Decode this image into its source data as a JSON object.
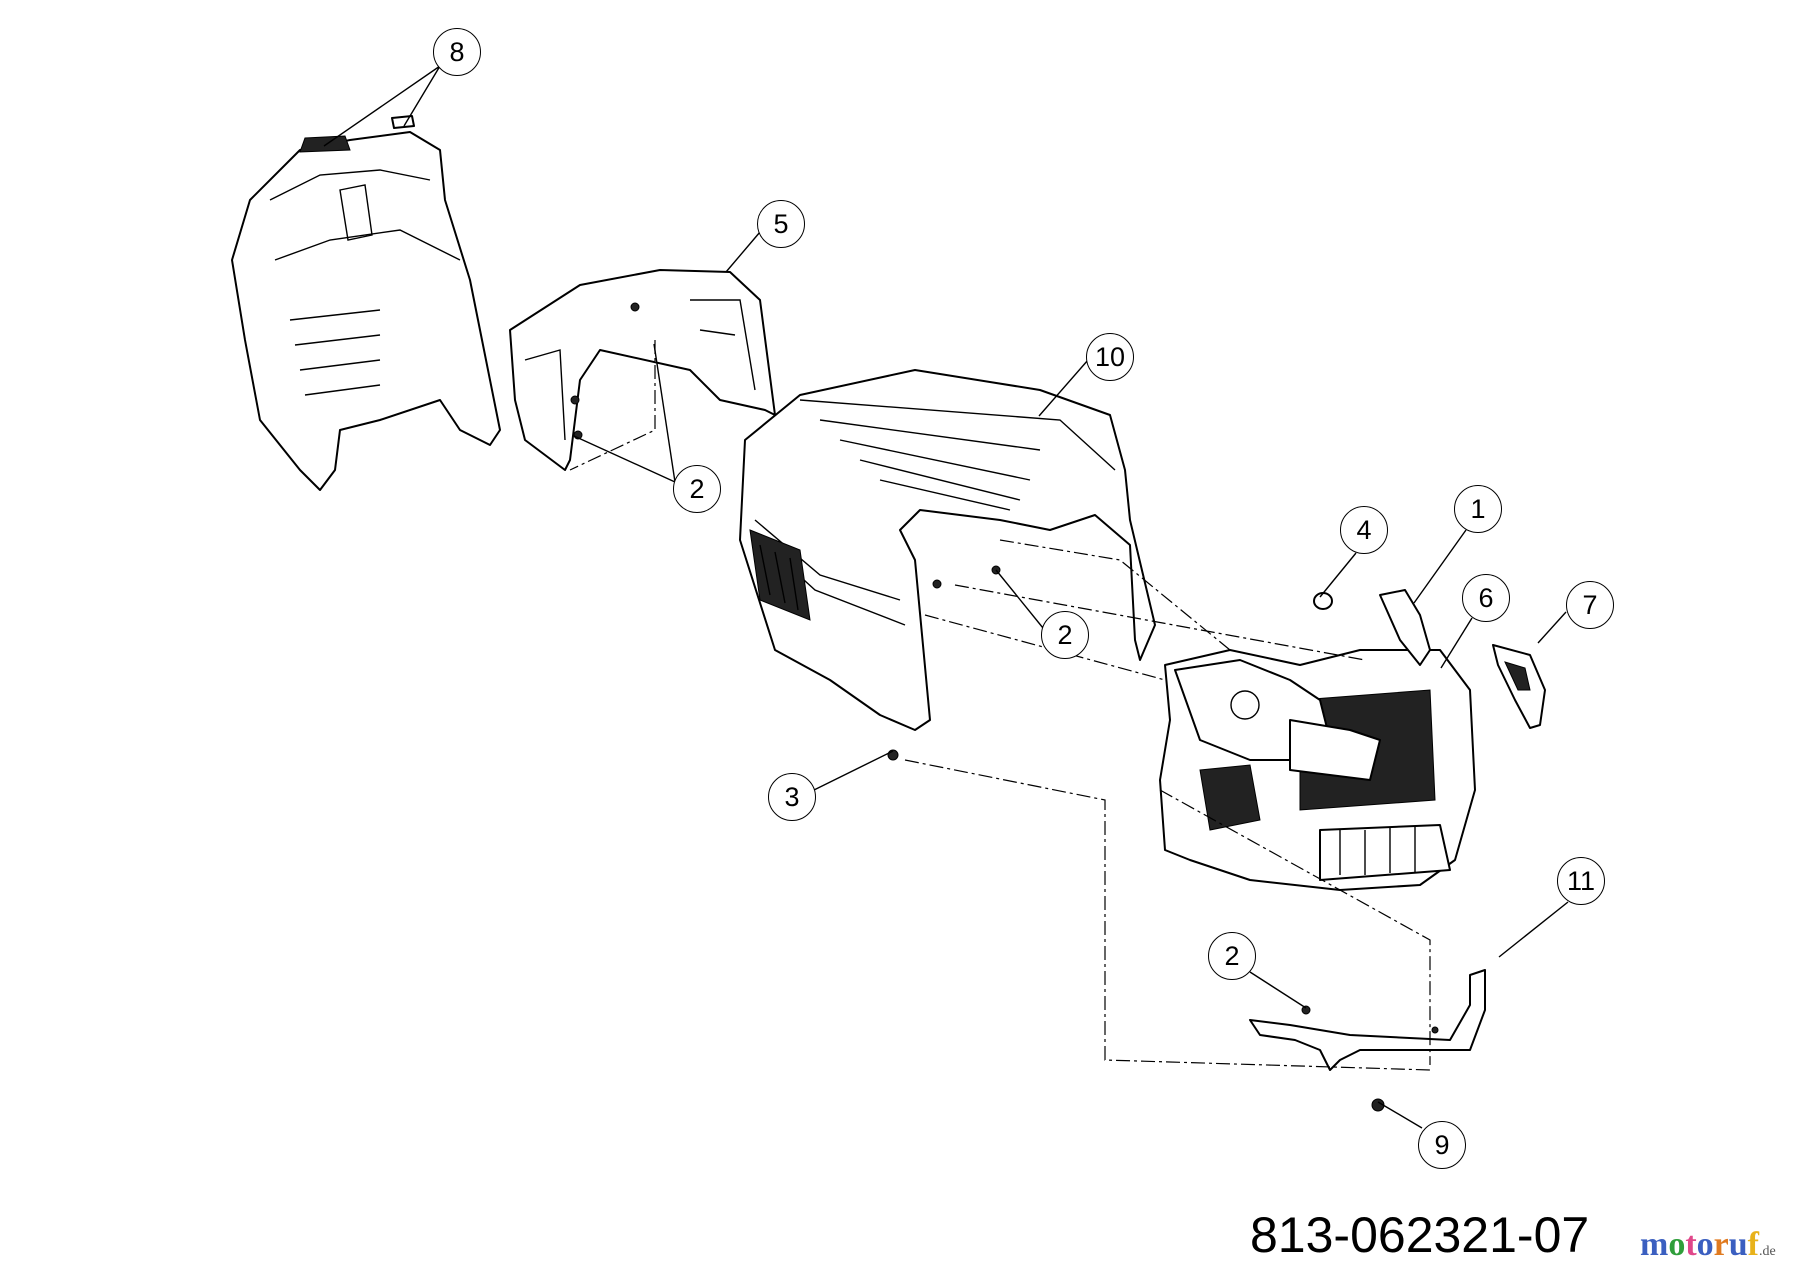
{
  "diagram": {
    "document_number": "813-062321-07",
    "watermark": {
      "text": "motoruf",
      "suffix": ".de",
      "colors": [
        "#3b5fc0",
        "#2f9e3a",
        "#e0478a",
        "#3b5fc0",
        "#e07a1f",
        "#3b5fc0",
        "#e8b21a"
      ]
    },
    "callouts": [
      {
        "label": "8"
      },
      {
        "label": "5"
      },
      {
        "label": "10"
      },
      {
        "label": "2"
      },
      {
        "label": "4"
      },
      {
        "label": "1"
      },
      {
        "label": "6"
      },
      {
        "label": "7"
      },
      {
        "label": "2"
      },
      {
        "label": "3"
      },
      {
        "label": "11"
      },
      {
        "label": "2"
      },
      {
        "label": "9"
      }
    ]
  }
}
